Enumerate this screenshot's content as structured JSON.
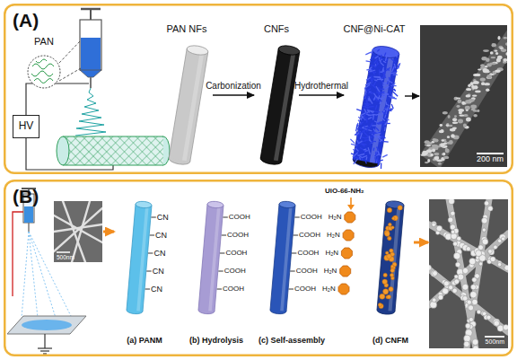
{
  "diagram": {
    "nodes": [
      {
        "text": [
          "(A)"
        ]
      },
      {
        "text": [
          "PAN"
        ],
        "in": 0
      },
      {
        "text": [
          "HV"
        ],
        "in": 0
      },
      {
        "text": [
          "PAN NFs"
        ],
        "in": 0
      },
      {
        "text": [
          "CNFs"
        ],
        "in": 0
      },
      {
        "text": [
          "CNF@Ni-CAT"
        ],
        "in": 0
      },
      {
        "text": [
          "200 nm"
        ],
        "in": 0
      },
      {
        "text": [
          "(B)"
        ]
      },
      {
        "text": [
          "500nm"
        ],
        "in": 7
      },
      {
        "text": [
          "(a) PANM"
        ],
        "in": 7
      },
      {
        "text": [
          "(b) Hydrolysis"
        ],
        "in": 7
      },
      {
        "text": [
          "(c) Self-assembly"
        ],
        "in": 7
      },
      {
        "text": [
          "(d) CNFM"
        ],
        "in": 7
      },
      {
        "text": [
          "500nm"
        ],
        "in": 7
      }
    ],
    "edges": [
      {
        "from": 3,
        "to": 4,
        "label": "Carbonization",
        "arrow": "to"
      },
      {
        "from": 4,
        "to": 5,
        "label": "Hydrothermal",
        "arrow": "to"
      },
      {
        "from": 5,
        "to": 6,
        "arrow": "to"
      },
      {
        "from": 8,
        "to": 9,
        "arrow": "to"
      },
      {
        "from": 12,
        "to": 13,
        "arrow": "to"
      }
    ],
    "labels": [
      "CN",
      "CN",
      "CN",
      "CN",
      "CN",
      "COOH",
      "COOH",
      "COOH",
      "COOH",
      "COOH",
      "COOH",
      "COOH",
      "COOH",
      "COOH",
      "COOH",
      "H₂N",
      "H₂N",
      "H₂N",
      "H₂N",
      "H₂N",
      "UiO-66-NH₂"
    ]
  }
}
